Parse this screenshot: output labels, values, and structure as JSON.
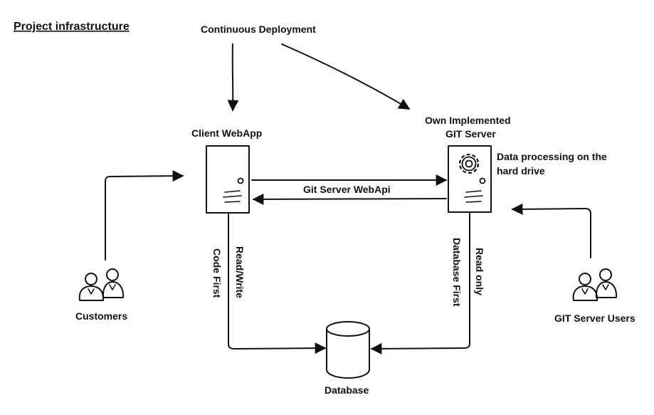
{
  "title": "Project infrastructure",
  "nodes": {
    "continuous_deployment": "Continuous Deployment",
    "client_webapp": "Client WebApp",
    "git_server_line1": "Own Implemented",
    "git_server_line2": "GIT Server",
    "data_processing_line1": "Data processing on the",
    "data_processing_line2": "hard drive",
    "customers": "Customers",
    "git_server_users": "GIT Server Users",
    "database": "Database"
  },
  "edges": {
    "webapi": "Git Server WebApi",
    "client_db_access": "Read/Write",
    "client_db_approach": "Code First",
    "git_db_access": "Read only",
    "git_db_approach": "Database First"
  },
  "icons": {
    "client_server": "server-icon",
    "git_server": "server-icon",
    "gear": "gear-icon",
    "customers": "users-icon",
    "git_users": "users-icon",
    "database": "database-icon"
  }
}
